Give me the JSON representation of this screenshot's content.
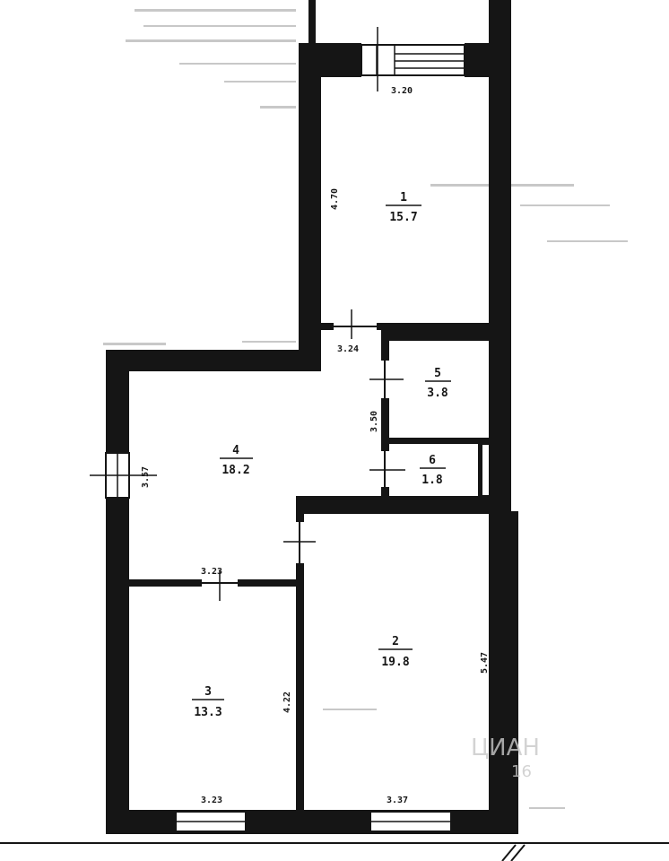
{
  "rooms": [
    {
      "number": "1",
      "area": "15.7"
    },
    {
      "number": "2",
      "area": "19.8"
    },
    {
      "number": "3",
      "area": "13.3"
    },
    {
      "number": "4",
      "area": "18.2"
    },
    {
      "number": "5",
      "area": "3.8"
    },
    {
      "number": "6",
      "area": "1.8"
    }
  ],
  "dimensions": {
    "room1_top": "3.20",
    "room1_side": "4.70",
    "door_1_4": "3.24",
    "room4_left": "3.57",
    "partition_5": "3.50",
    "room4_bottom": "3.23",
    "room3_right": "4.22",
    "room3_bottom": "3.23",
    "room2_bottom": "3.37",
    "room2_right": "5.47"
  },
  "watermark": {
    "text": "ЦИАН",
    "sub": "16"
  }
}
